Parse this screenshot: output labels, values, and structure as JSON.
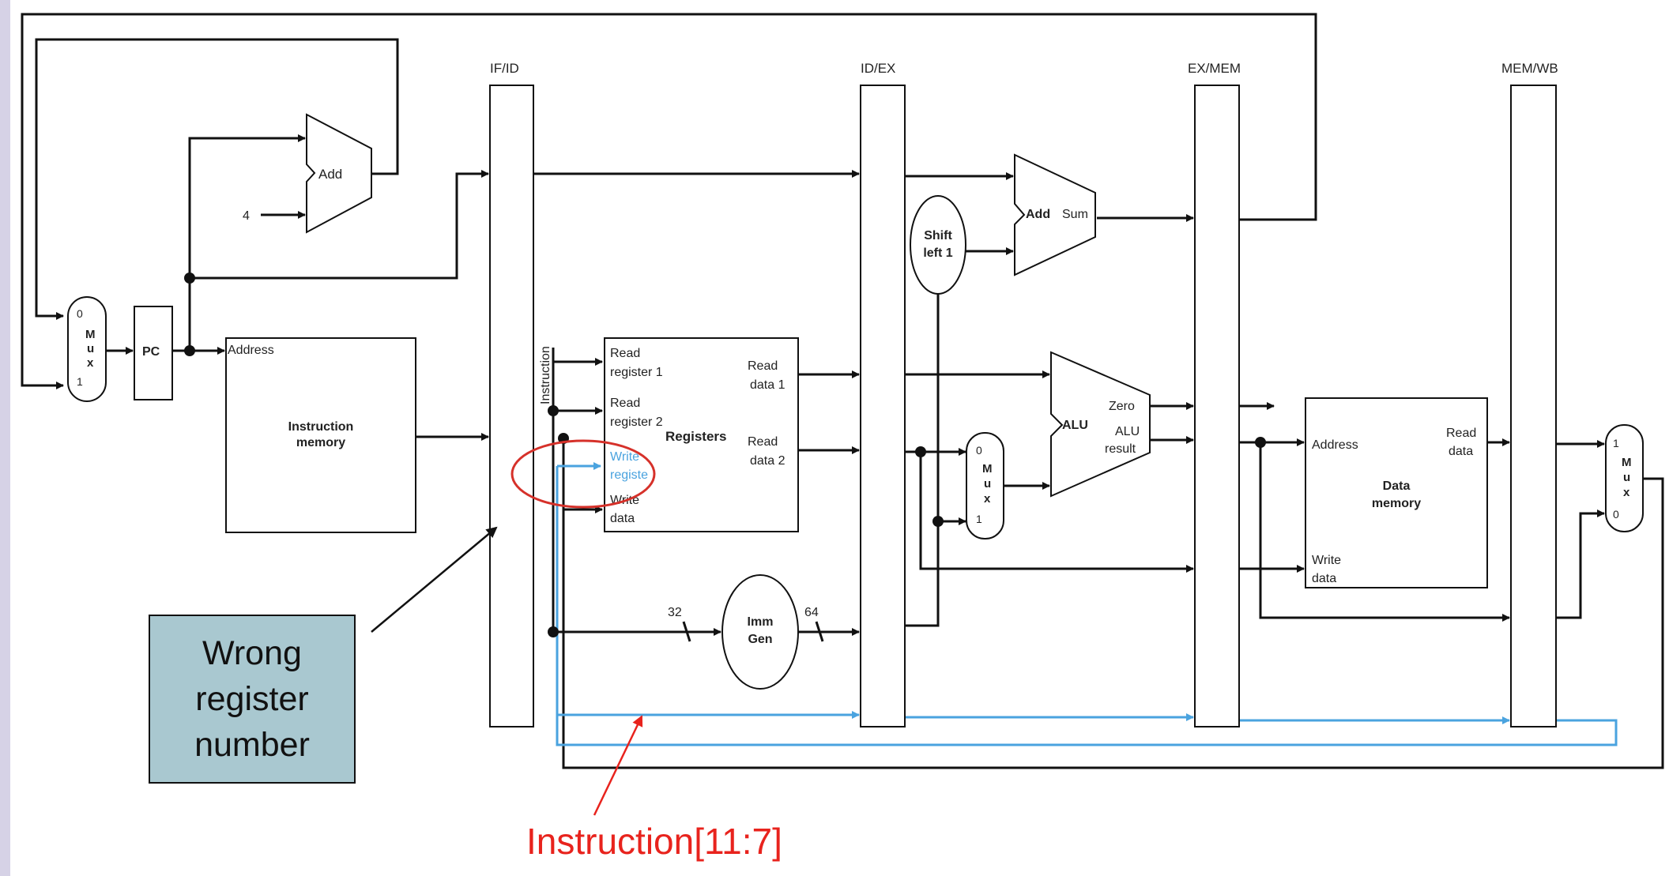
{
  "pipeline_registers": [
    "IF/ID",
    "ID/EX",
    "EX/MEM",
    "MEM/WB"
  ],
  "pc_mux": {
    "label": "M\nu\nx",
    "input_top": "0",
    "input_bottom": "1"
  },
  "pc": {
    "label": "PC"
  },
  "add_if": {
    "label": "Add",
    "const_input": "4"
  },
  "instruction_memory": {
    "address": "Address",
    "title": "Instruction\nmemory"
  },
  "instruction_label": "Instruction",
  "registers": {
    "title": "Registers",
    "read_register_1": "Read\nregister 1",
    "read_register_2": "Read\nregister 2",
    "write_register": "Write\nregiste",
    "write_data": "Write\ndata",
    "read_data_1": "Read\ndata 1",
    "read_data_2": "Read\ndata 2"
  },
  "imm_gen": {
    "label": "Imm\nGen",
    "in_width": "32",
    "out_width": "64"
  },
  "shift_left": {
    "label": "Shift\nleft 1"
  },
  "add_ex": {
    "label": "Add",
    "output": "Sum"
  },
  "alu_mux": {
    "label": "M\nu\nx",
    "input_top": "0",
    "input_bottom": "1"
  },
  "alu": {
    "label": "ALU",
    "zero": "Zero",
    "result": "ALU\nresult"
  },
  "data_memory": {
    "address": "Address",
    "title": "Data\nmemory",
    "write_data": "Write\ndata",
    "read_data": "Read\ndata"
  },
  "wb_mux": {
    "label": "M\nu\nx",
    "input_top": "1",
    "input_bottom": "0"
  },
  "callout": {
    "text": "Wrong\nregister\nnumber"
  },
  "annotation": {
    "text": "Instruction[11:7]",
    "color": "#e8231d"
  },
  "colors": {
    "highlight_wire": "#4aa3df",
    "callout_fill": "#a9c8d0",
    "circle": "#d6312a"
  }
}
